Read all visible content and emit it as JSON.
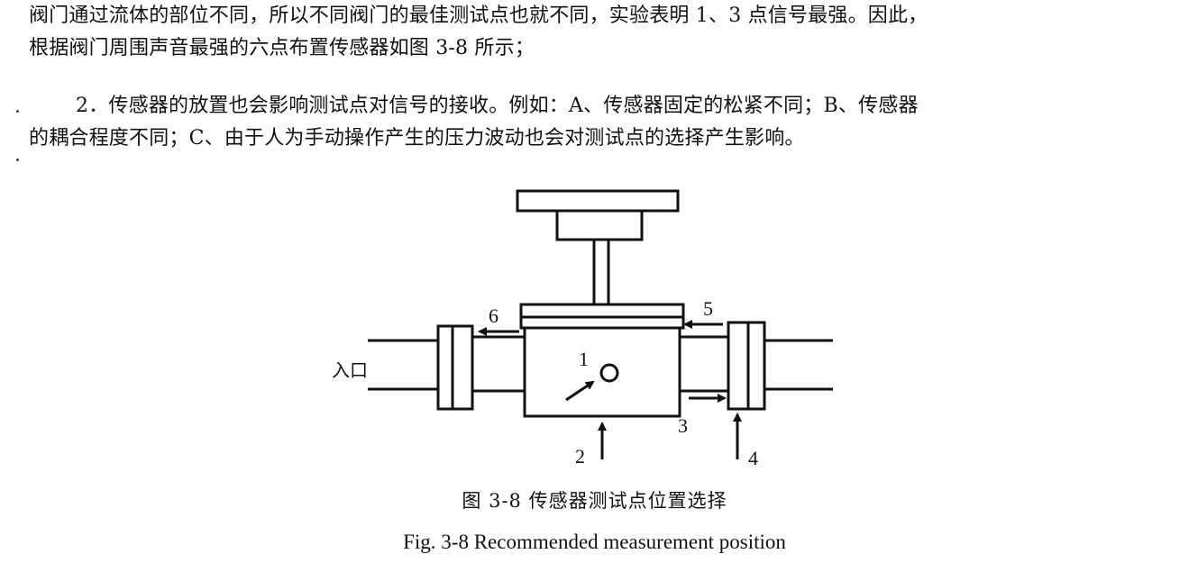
{
  "paragraph1": {
    "line1": "阀门通过流体的部位不同，所以不同阀门的最佳测试点也就不同，实验表明 1、3 点信号最强。因此，",
    "line2": "根据阀门周围声音最强的六点布置传感器如图 3-8 所示；"
  },
  "paragraph2": {
    "line1": "2．传感器的放置也会影响测试点对信号的接收。例如：A、传感器固定的松紧不同；B、传感器",
    "line2": "的耦合程度不同；C、由于人为手动操作产生的压力波动也会对测试点的选择产生影响。"
  },
  "figure": {
    "inlet_label": "入口",
    "point_labels": {
      "p1": "1",
      "p2": "2",
      "p3": "3",
      "p4": "4",
      "p5": "5",
      "p6": "6"
    },
    "caption_cn": "图 3-8  传感器测试点位置选择",
    "caption_en": "Fig. 3-8 Recommended measurement position"
  }
}
